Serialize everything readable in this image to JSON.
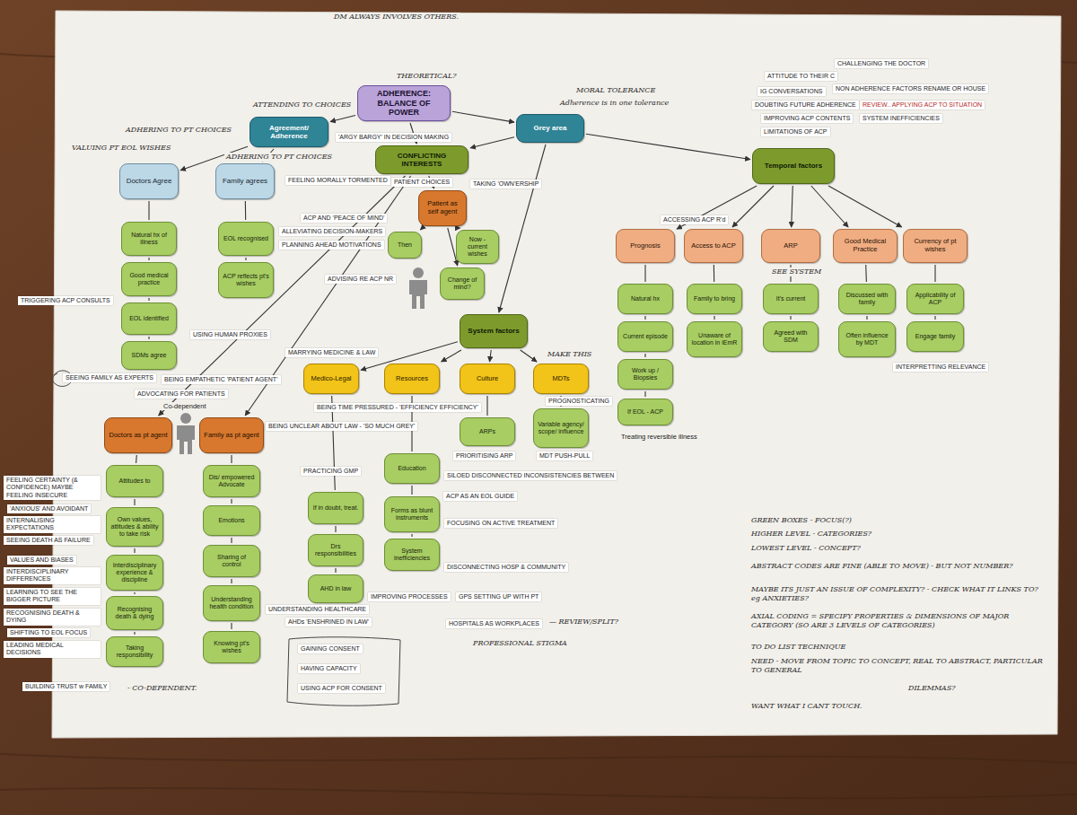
{
  "diagram": {
    "nodes": [
      {
        "text": [
          "ADHERENCE: BALANCE OF POWER"
        ]
      },
      {
        "text": [
          "Agreement/ Adherence"
        ]
      },
      {
        "text": [
          "Grey area"
        ]
      },
      {
        "text": [
          "CONFLICTING INTERESTS"
        ]
      },
      {
        "text": [
          "Doctors Agree"
        ]
      },
      {
        "text": [
          "Family agrees"
        ]
      },
      {
        "text": [
          "Temporal factors"
        ]
      },
      {
        "text": [
          "Patient as self agent"
        ]
      },
      {
        "text": [
          "Then"
        ]
      },
      {
        "text": [
          "Now - current wishes"
        ]
      },
      {
        "text": [
          "Change of mind?"
        ]
      },
      {
        "text": [
          "Prognosis"
        ]
      },
      {
        "text": [
          "Access to ACP"
        ]
      },
      {
        "text": [
          "ARP"
        ]
      },
      {
        "text": [
          "Good Medical Practice"
        ]
      },
      {
        "text": [
          "Currency of pt wishes"
        ]
      },
      {
        "text": [
          "Natural hx of illness"
        ]
      },
      {
        "text": [
          "Good medical practice"
        ]
      },
      {
        "text": [
          "EOL identified"
        ]
      },
      {
        "text": [
          "SDMs agree"
        ]
      },
      {
        "text": [
          "EOL recognised"
        ]
      },
      {
        "text": [
          "ACP reflects pt's wishes"
        ]
      },
      {
        "text": [
          "Natural hx"
        ]
      },
      {
        "text": [
          "Current episode"
        ]
      },
      {
        "text": [
          "Work up / Biopsies"
        ]
      },
      {
        "text": [
          "If EOL - ACP"
        ]
      },
      {
        "text": [
          "Family to bring"
        ]
      },
      {
        "text": [
          "Unaware of location in iEmR"
        ]
      },
      {
        "text": [
          "It's current"
        ]
      },
      {
        "text": [
          "Agreed with SDM"
        ]
      },
      {
        "text": [
          "Discussed with family"
        ]
      },
      {
        "text": [
          "Often influence by MDT"
        ]
      },
      {
        "text": [
          "Applicability of ACP"
        ]
      },
      {
        "text": [
          "Engage family"
        ]
      },
      {
        "text": [
          "System factors"
        ]
      },
      {
        "text": [
          "Medico-Legal"
        ]
      },
      {
        "text": [
          "Resources"
        ]
      },
      {
        "text": [
          "Culture"
        ]
      },
      {
        "text": [
          "MDTs"
        ]
      },
      {
        "text": [
          "If in doubt, treat."
        ]
      },
      {
        "text": [
          "Drs responsibilities"
        ]
      },
      {
        "text": [
          "AHD in law"
        ]
      },
      {
        "text": [
          "Education"
        ]
      },
      {
        "text": [
          "Forms as blunt instruments"
        ]
      },
      {
        "text": [
          "System inefficiencies"
        ]
      },
      {
        "text": [
          "ARPs"
        ]
      },
      {
        "text": [
          "Variable agency/ scope/ influence"
        ]
      },
      {
        "text": [
          "Doctors as pt agent"
        ]
      },
      {
        "text": [
          "Family as pt agent"
        ]
      },
      {
        "text": [
          "Attitudes to"
        ]
      },
      {
        "text": [
          "Own values, attitudes & ability to take risk"
        ]
      },
      {
        "text": [
          "Interdisciplinary experience & discipline"
        ]
      },
      {
        "text": [
          "Recognising death & dying"
        ]
      },
      {
        "text": [
          "Taking responsibility"
        ]
      },
      {
        "text": [
          "Dis/ empowered Advocate"
        ]
      },
      {
        "text": [
          "Emotions"
        ]
      },
      {
        "text": [
          "Sharing of control"
        ]
      },
      {
        "text": [
          "Understanding health condition"
        ]
      },
      {
        "text": [
          "Knowing pt's wishes"
        ]
      }
    ],
    "edges": [
      {
        "from": 0,
        "to": 1,
        "arrow": "to"
      },
      {
        "from": 0,
        "to": 2,
        "arrow": "to"
      },
      {
        "from": 0,
        "to": 3,
        "arrow": "to"
      },
      {
        "from": 1,
        "to": 4,
        "arrow": "to"
      },
      {
        "from": 1,
        "to": 5,
        "arrow": "to"
      },
      {
        "from": 2,
        "to": 3,
        "arrow": "to"
      },
      {
        "from": 3,
        "to": 7,
        "arrow": "to"
      },
      {
        "from": 7,
        "to": 8,
        "arrow": "to"
      },
      {
        "from": 7,
        "to": 9,
        "arrow": "to"
      },
      {
        "from": 7,
        "to": 10,
        "arrow": "to"
      },
      {
        "from": 3,
        "to": 47,
        "arrow": "to"
      },
      {
        "from": 3,
        "to": 48,
        "arrow": "to"
      },
      {
        "from": 2,
        "to": 34,
        "arrow": "to"
      },
      {
        "from": 2,
        "to": 6,
        "arrow": "to"
      },
      {
        "from": 6,
        "to": 11,
        "arrow": "to"
      },
      {
        "from": 6,
        "to": 12,
        "arrow": "to"
      },
      {
        "from": 6,
        "to": 13,
        "arrow": "to"
      },
      {
        "from": 6,
        "to": 14,
        "arrow": "to"
      },
      {
        "from": 6,
        "to": 15,
        "arrow": "to"
      },
      {
        "from": 11,
        "to": 22,
        "arrow": "none"
      },
      {
        "from": 22,
        "to": 23,
        "arrow": "none"
      },
      {
        "from": 23,
        "to": 24,
        "arrow": "none"
      },
      {
        "from": 24,
        "to": 25,
        "arrow": "none"
      },
      {
        "from": 12,
        "to": 26,
        "arrow": "none"
      },
      {
        "from": 26,
        "to": 27,
        "arrow": "none"
      },
      {
        "from": 13,
        "to": 28,
        "arrow": "none"
      },
      {
        "from": 28,
        "to": 29,
        "arrow": "none"
      },
      {
        "from": 14,
        "to": 30,
        "arrow": "none"
      },
      {
        "from": 30,
        "to": 31,
        "arrow": "none"
      },
      {
        "from": 15,
        "to": 32,
        "arrow": "none"
      },
      {
        "from": 32,
        "to": 33,
        "arrow": "none"
      },
      {
        "from": 4,
        "to": 16,
        "arrow": "none"
      },
      {
        "from": 16,
        "to": 17,
        "arrow": "none"
      },
      {
        "from": 17,
        "to": 18,
        "arrow": "none"
      },
      {
        "from": 18,
        "to": 19,
        "arrow": "none"
      },
      {
        "from": 5,
        "to": 20,
        "arrow": "none"
      },
      {
        "from": 20,
        "to": 21,
        "arrow": "none"
      },
      {
        "from": 34,
        "to": 35,
        "arrow": "to"
      },
      {
        "from": 34,
        "to": 36,
        "arrow": "to"
      },
      {
        "from": 34,
        "to": 37,
        "arrow": "to"
      },
      {
        "from": 34,
        "to": 38,
        "arrow": "to"
      },
      {
        "from": 35,
        "to": 39,
        "arrow": "none"
      },
      {
        "from": 39,
        "to": 40,
        "arrow": "none"
      },
      {
        "from": 40,
        "to": 41,
        "arrow": "none"
      },
      {
        "from": 36,
        "to": 42,
        "arrow": "none"
      },
      {
        "from": 42,
        "to": 43,
        "arrow": "none"
      },
      {
        "from": 43,
        "to": 44,
        "arrow": "none"
      },
      {
        "from": 37,
        "to": 45,
        "arrow": "none"
      },
      {
        "from": 38,
        "to": 46,
        "arrow": "none"
      },
      {
        "from": 47,
        "to": 49,
        "arrow": "none"
      },
      {
        "from": 49,
        "to": 50,
        "arrow": "none"
      },
      {
        "from": 50,
        "to": 51,
        "arrow": "none"
      },
      {
        "from": 51,
        "to": 52,
        "arrow": "none"
      },
      {
        "from": 52,
        "to": 53,
        "arrow": "none"
      },
      {
        "from": 48,
        "to": 54,
        "arrow": "none"
      },
      {
        "from": 54,
        "to": 55,
        "arrow": "none"
      },
      {
        "from": 55,
        "to": 56,
        "arrow": "none"
      },
      {
        "from": 56,
        "to": 57,
        "arrow": "none"
      },
      {
        "from": 57,
        "to": 58,
        "arrow": "none"
      }
    ],
    "labels": [
      "DM ALWAYS INVOLVES OTHERS.",
      "THEORETICAL?",
      "ATTENDING TO CHOICES",
      "MORAL TOLERANCE",
      "Adherence is in one tolerance",
      "CHALLENGING THE DOCTOR",
      "ATTITUDE TO THEIR C",
      "NON ADHERENCE FACTORS RENAME OR HOUSE",
      "IG CONVERSATIONS",
      "DOUBTING FUTURE ADHERENCE",
      "REVIEW.. APPLYING ACP TO SITUATION",
      "IMPROVING ACP CONTENTS",
      "SYSTEM INEFFICIENCIES",
      "LIMITATIONS OF ACP",
      "VALUING PT EOL WISHES",
      "ADHERING TO PT CHOICES",
      "ADHERING TO PT CHOICES",
      "'ARGY BARGY' IN DECISION MAKING",
      "FEELING MORALLY TORMENTED",
      "PATIENT CHOICES",
      "TAKING 'OWN'ERSHIP",
      "ACP AND 'PEACE OF MIND'",
      "ALLEVIATING DECISION-MAKERS",
      "PLANNING AHEAD MOTIVATIONS",
      "ADVISING RE ACP NR",
      "ACCESSING ACP R'd",
      "SEE SYSTEM",
      "TRIGGERING ACP CONSULTS",
      "USING HUMAN PROXIES",
      "SEEING FAMILY AS EXPERTS",
      "MARRYING MEDICINE & LAW",
      "MAKE THIS",
      "PROGNOSTICATING",
      "Treating reversible illness",
      "INTERPRETTING RELEVANCE",
      "ADVOCATING FOR PATIENTS",
      "BEING EMPATHETIC 'PATIENT AGENT'",
      "BEING UNCLEAR ABOUT LAW - 'SO MUCH GREY'",
      "BEING TIME PRESSURED - 'EFFICIENCY EFFICIENCY'",
      "MDT PUSH-PULL",
      "PRIORITISING ARP",
      "Co-dependent",
      "SILOED DISCONNECTED INCONSISTENCIES BETWEEN",
      "PRACTICING GMP",
      "ACP AS AN EOL GUIDE",
      "FOCUSING ON ACTIVE TREATMENT",
      "DISCONNECTING HOSP & COMMUNITY",
      "IMPROVING PROCESSES",
      "GPS SETTING UP WITH PT",
      "HOSPITALS AS WORKPLACES",
      "— REVIEW/SPLIT?",
      "PROFESSIONAL STIGMA",
      "AHDs 'ENSHRINED IN LAW'",
      "GAINING CONSENT",
      "HAVING CAPACITY",
      "USING ACP FOR CONSENT",
      "FEELING CERTAINTY (& CONFIDENCE) MAYBE FEELING INSECURE",
      "'ANXIOUS' AND AVOIDANT",
      "INTERNALISING EXPECTATIONS",
      "SEEING DEATH AS FAILURE",
      "VALUES AND BIASES",
      "INTERDISCIPLINARY DIFFERENCES",
      "LEARNING TO SEE THE BIGGER PICTURE",
      "RECOGNISING DEATH & DYING",
      "SHIFTING TO EOL FOCUS",
      "LEADING MEDICAL DECISIONS",
      "BUILDING TRUST w FAMILY",
      "- CO-DEPENDENT.",
      "UNDERSTANDING HEALTHCARE",
      "GREEN BOXES - FOCUS(?)",
      "HIGHER LEVEL - CATEGORIES?",
      "LOWEST LEVEL - CONCEPT?",
      "ABSTRACT CODES ARE FINE (ABLE TO MOVE) - BUT NOT NUMBER?",
      "MAYBE ITS JUST AN ISSUE OF COMPLEXITY? - CHECK WHAT IT LINKS TO? eg ANXIETIES?",
      "AXIAL CODING = SPECIFY PROPERTIES & DIMENSIONS OF MAJOR CATEGORY (SO ARE 3 LEVELS OF CATEGORIES)",
      "TO DO LIST TECHNIQUE",
      "NEED - MOVE FROM TOPIC TO CONCEPT, REAL TO ABSTRACT, PARTICULAR TO GENERAL",
      "DILEMMAS?",
      "WANT WHAT I CANT TOUCH."
    ]
  }
}
